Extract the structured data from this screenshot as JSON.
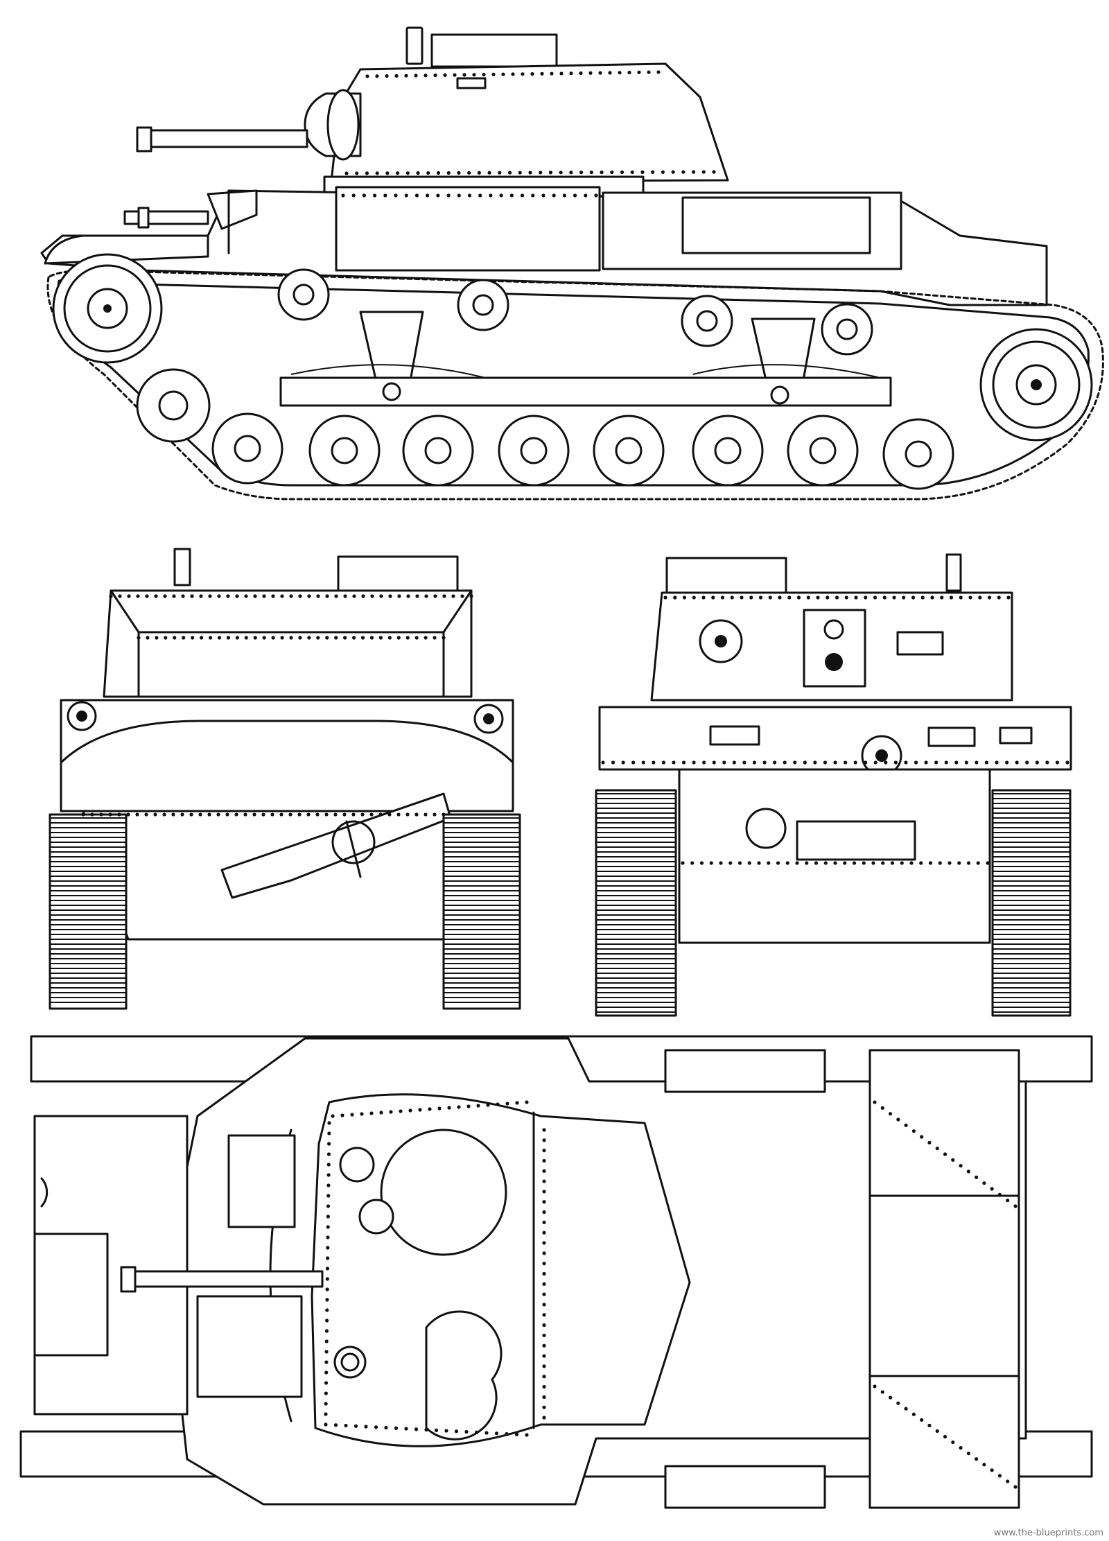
{
  "drawing": {
    "views": [
      "side-view",
      "front-view",
      "rear-view",
      "top-view"
    ]
  },
  "watermark": "www.the-blueprints.com",
  "colors": {
    "line": "#111111",
    "paper": "#ffffff"
  }
}
